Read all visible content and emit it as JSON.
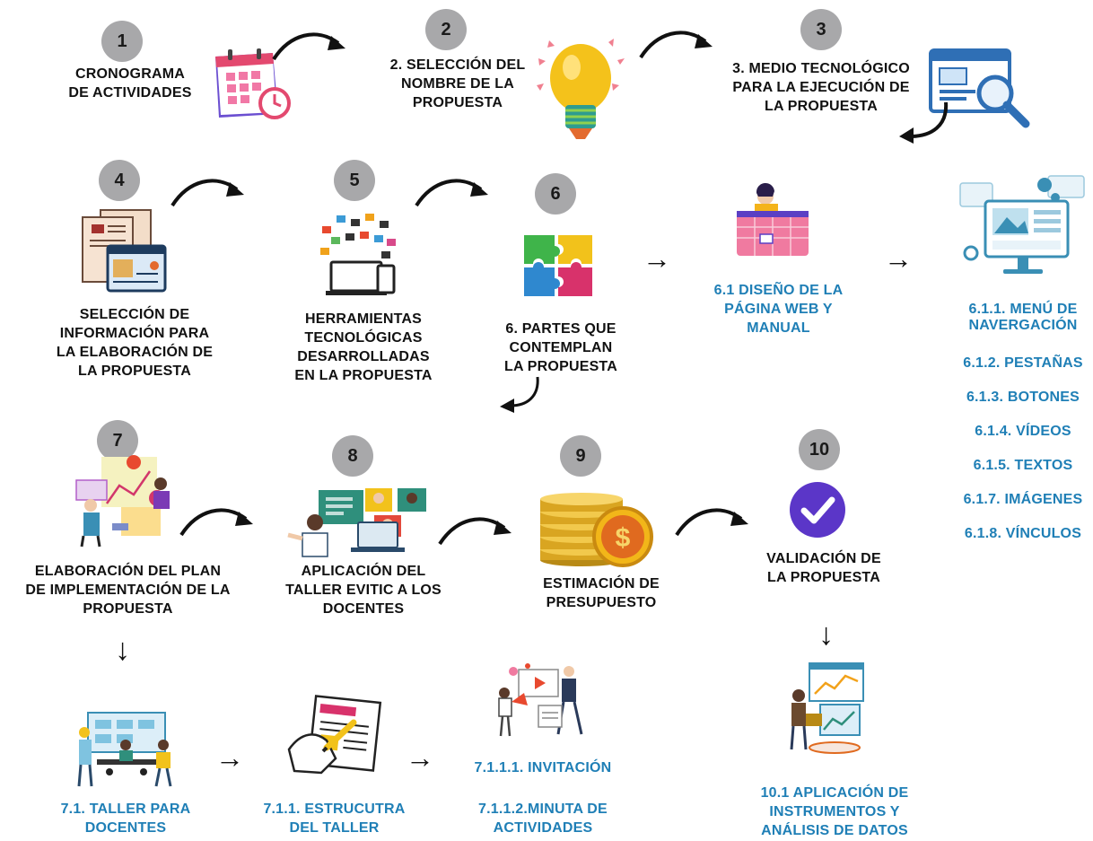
{
  "steps": {
    "s1": {
      "num": "1",
      "lines": [
        "CRONOGRAMA",
        "DE ACTIVIDADES"
      ]
    },
    "s2": {
      "num": "2",
      "lines": [
        "2. SELECCIÓN DEL",
        "NOMBRE DE LA",
        "PROPUESTA"
      ]
    },
    "s3": {
      "num": "3",
      "lines": [
        "3. MEDIO TECNOLÓGICO",
        "PARA LA EJECUCIÓN DE",
        "LA PROPUESTA"
      ]
    },
    "s4": {
      "num": "4",
      "lines": [
        "SELECCIÓN DE",
        "INFORMACIÓN PARA",
        "LA ELABORACIÓN DE",
        "LA PROPUESTA"
      ]
    },
    "s5": {
      "num": "5",
      "lines": [
        "HERRAMIENTAS",
        "TECNOLÓGICAS",
        "DESARROLLADAS",
        "EN LA PROPUESTA"
      ]
    },
    "s6": {
      "num": "6",
      "lines": [
        "6. PARTES QUE",
        "CONTEMPLAN",
        "LA PROPUESTA"
      ]
    },
    "s7": {
      "num": "7",
      "lines": [
        "ELABORACIÓN DEL PLAN",
        "DE IMPLEMENTACIÓN DE LA",
        "PROPUESTA"
      ]
    },
    "s8": {
      "num": "8",
      "lines": [
        "APLICACIÓN DEL",
        "TALLER EVITIC A LOS",
        "DOCENTES"
      ]
    },
    "s9": {
      "num": "9",
      "lines": [
        "ESTIMACIÓN DE",
        "PRESUPUESTO"
      ]
    },
    "s10": {
      "num": "10",
      "lines": [
        "VALIDACIÓN DE",
        "LA PROPUESTA"
      ]
    }
  },
  "substeps": {
    "s61": {
      "lines": [
        "6.1 DISEÑO DE LA",
        "PÁGINA WEB Y",
        "MANUAL"
      ]
    },
    "s611": {
      "items": [
        "6.1.1. MENÚ DE NAVERGACIÓN",
        "6.1.2. PESTAÑAS",
        "6.1.3. BOTONES",
        "6.1.4. VÍDEOS",
        "6.1.5. TEXTOS",
        "6.1.7. IMÁGENES",
        "6.1.8. VÍNCULOS"
      ]
    },
    "s71": {
      "lines": [
        "7.1. TALLER PARA",
        "DOCENTES"
      ]
    },
    "s711": {
      "lines": [
        "7.1.1. ESTRUCUTRA",
        "DEL TALLER"
      ]
    },
    "s7111": {
      "lines": [
        "7.1.1.1. INVITACIÓN"
      ]
    },
    "s7112": {
      "lines": [
        "7.1.1.2.MINUTA DE",
        "ACTIVIDADES"
      ]
    },
    "s101": {
      "lines": [
        "10.1 APLICACIÓN DE",
        "INSTRUMENTOS Y",
        "ANÁLISIS DE DATOS"
      ]
    }
  },
  "arrow_glyph": "→",
  "down_glyph": "↓",
  "colors": {
    "badge": "#a8a8aa",
    "text": "#111111",
    "accent": "#1f7fb6"
  },
  "icons": [
    "calendar-icon",
    "lightbulb-icon",
    "browser-search-icon",
    "documents-icon",
    "devices-icon",
    "puzzle-icon",
    "web-designer-icon",
    "web-interface-icon",
    "planning-team-icon",
    "video-meeting-icon",
    "coins-icon",
    "checkmark-icon",
    "workshop-icon",
    "sketch-hand-icon",
    "marketing-icon",
    "data-analysis-icon"
  ]
}
